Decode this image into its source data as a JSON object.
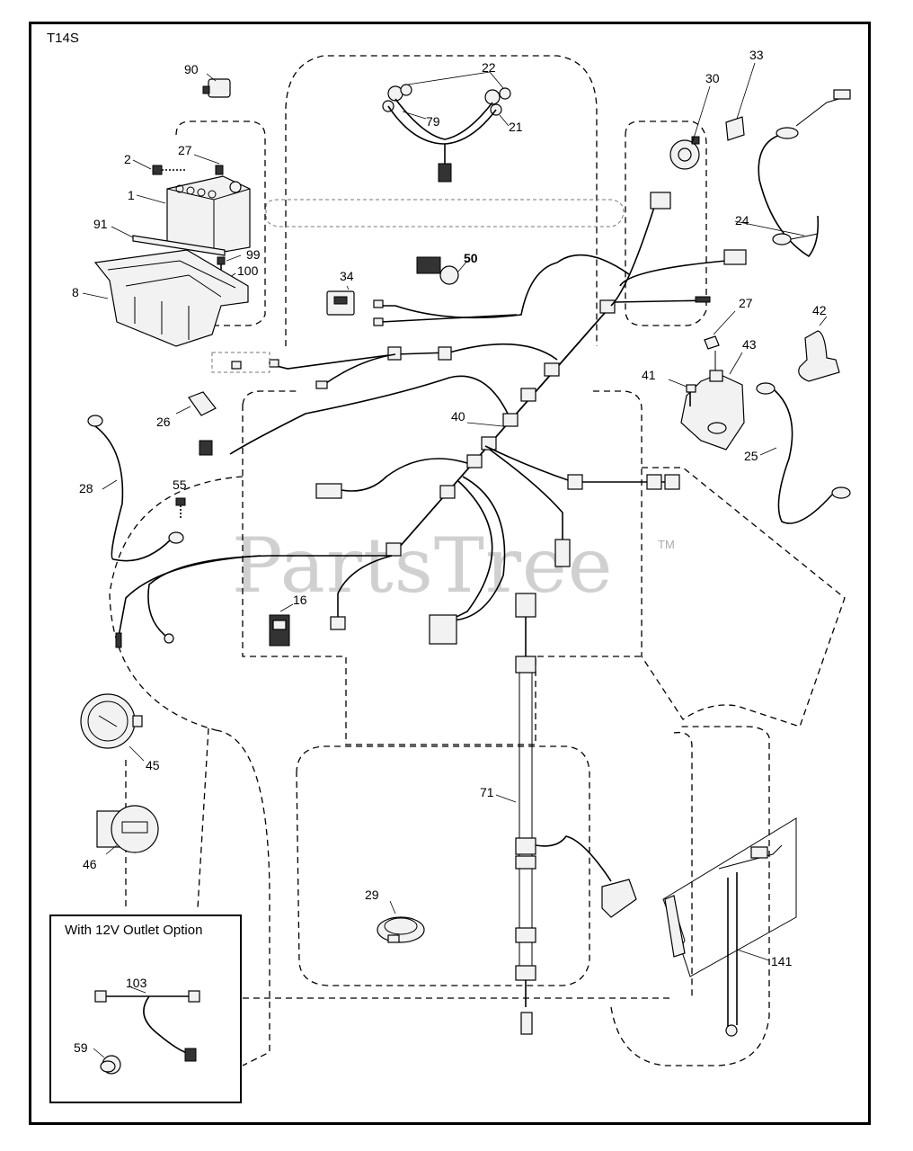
{
  "diagram": {
    "model_code": "T14S",
    "watermark": "PartsTree",
    "watermark_tm": "TM",
    "inset_title": "With 12V Outlet Option",
    "callouts": {
      "c90": "90",
      "c22": "22",
      "c33": "33",
      "c30": "30",
      "c27a": "27",
      "c2": "2",
      "c79": "79",
      "c21": "21",
      "c1": "1",
      "c24": "24",
      "c91": "91",
      "c99": "99",
      "c100": "100",
      "c50": "50",
      "c34": "34",
      "c8": "8",
      "c27b": "27",
      "c42": "42",
      "c43": "43",
      "c41": "41",
      "c40": "40",
      "c26": "26",
      "c25": "25",
      "c28": "28",
      "c55": "55",
      "c16": "16",
      "c45": "45",
      "c71": "71",
      "c46": "46",
      "c29": "29",
      "c141": "141",
      "c103": "103",
      "c59": "59"
    }
  }
}
